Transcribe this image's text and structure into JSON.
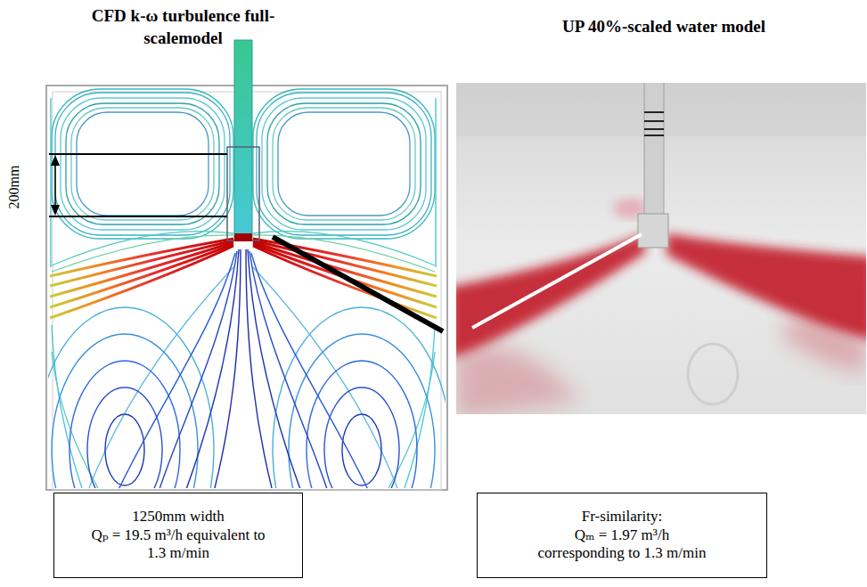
{
  "diagram": {
    "nodes": [
      {
        "text": [
          "1250mm width",
          "Qₚ = 19.5 m³/h equivalent to 1.3 m/min"
        ]
      },
      {
        "text": [
          "Fr-similarity:",
          "Qₘ = 1.97 m³/h corresponding to 1.3 m/min"
        ]
      }
    ],
    "labels": [
      "CFD k-ω turbulence full-scalemodel",
      "UP 40%-scaled water model",
      "200mm"
    ]
  }
}
